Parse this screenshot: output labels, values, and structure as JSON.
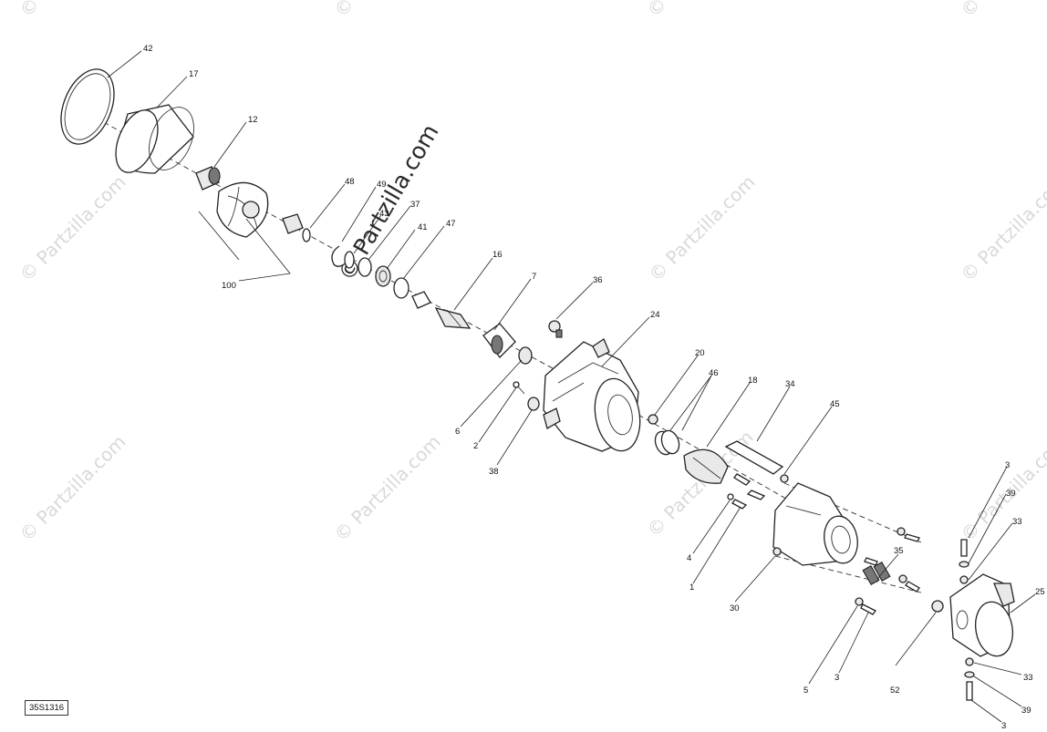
{
  "drawing_id": "35S1316",
  "watermark": {
    "site": "Partzilla.com",
    "main": "Partzilla.com",
    "copyright": "©"
  },
  "callouts": [
    "42",
    "17",
    "12",
    "48",
    "49",
    "43",
    "37",
    "41",
    "47",
    "100",
    "16",
    "7",
    "36",
    "24",
    "6",
    "2",
    "38",
    "20",
    "46",
    "18",
    "34",
    "45",
    "4",
    "1",
    "30",
    "35",
    "3",
    "39",
    "33",
    "25",
    "5",
    "3",
    "52",
    "33",
    "39",
    "3"
  ]
}
